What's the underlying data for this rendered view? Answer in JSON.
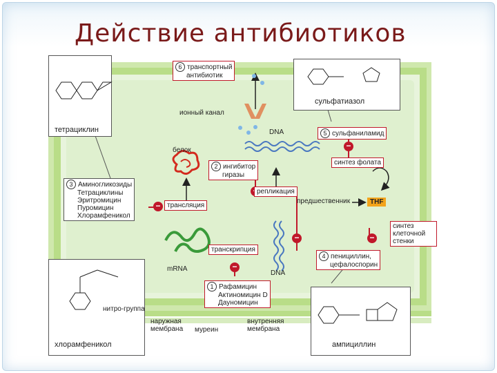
{
  "slide": {
    "title": "Действие антибиотиков"
  },
  "cell": {
    "protein": "белок",
    "dna_top": "DNA",
    "dna_bottom": "DNA",
    "mrna": "mRNA",
    "ion_channel": "ионный канал",
    "precursor": "предшественник",
    "thf": "THF",
    "outer_membrane": "наружная мембрана",
    "murein": "муреин",
    "inner_membrane": "внутренняя мембрана"
  },
  "processes": {
    "translation": "трансляция",
    "replication": "репликация",
    "transcription": "транскрипция",
    "folate_synthesis": "синтез фолата",
    "cell_wall_synthesis": "синтез клеточной стенки"
  },
  "groups": {
    "g1": {
      "num": "1",
      "lines": [
        "Рафамицин",
        "Актиномицин D",
        "Дауномицин"
      ]
    },
    "g2": {
      "num": "2",
      "lines": [
        "ингибитор",
        "гиразы"
      ]
    },
    "g3": {
      "num": "3",
      "lines": [
        "Аминогликозиды",
        "Тетрациклины",
        "Эритромицин",
        "Пуромицин",
        "Хлорамфеникол"
      ]
    },
    "g4": {
      "num": "4",
      "lines": [
        "пенициллин,",
        "цефалоспорин"
      ]
    },
    "g5": {
      "num": "5",
      "lines": [
        "сульфаниламид"
      ]
    },
    "g6": {
      "num": "6",
      "lines": [
        "транспортный",
        "антибиотик"
      ]
    }
  },
  "structures": {
    "tetracycline": "тетрациклин",
    "sulfathiazole": "сульфатиазол",
    "chloramphenicol": "хлорамфеникол",
    "nitro_group": "нитро-группа",
    "ampicillin": "ампициллин"
  },
  "colors": {
    "cytoplasm": "#dff0cf",
    "membrane": "#b9dd88",
    "inhibition": "#c0182a",
    "protein": "#d32a1e",
    "mrna": "#3a9a3a",
    "dna": "#4a78c0",
    "thf": "#f3a41b",
    "channel": "#e09060"
  }
}
